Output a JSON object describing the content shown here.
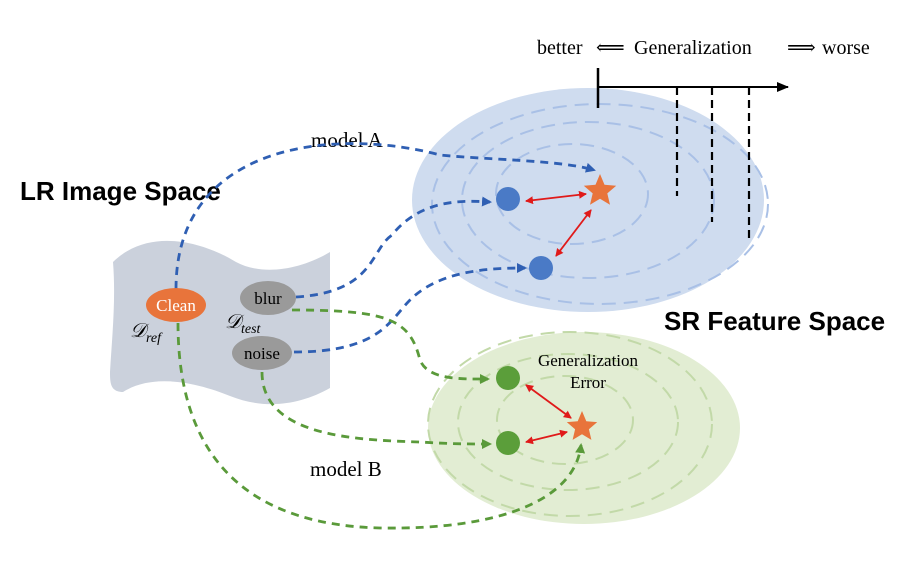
{
  "axis": {
    "label_better": "better",
    "arrow_left": "⟸",
    "label_generalization": "Generalization",
    "arrow_right": "⟹",
    "label_worse": "worse"
  },
  "spaces": {
    "lr_title": "LR Image Space",
    "sr_title": "SR Feature Space"
  },
  "models": {
    "model_a": "model A",
    "model_b": "model B"
  },
  "inputs": {
    "clean": "Clean",
    "blur": "blur",
    "noise": "noise",
    "d_ref": "𝒟",
    "d_ref_sub": "ref",
    "d_test": "𝒟",
    "d_test_sub": "test"
  },
  "annotation": {
    "line1": "Generalization",
    "line2": "Error"
  },
  "colors": {
    "blue_ellipse": "#cfdcef",
    "green_ellipse": "#e2edd3",
    "blue_dot": "#4a7ac6",
    "green_dot": "#5b9e3a",
    "orange": "#e8743b",
    "red_arrow": "#e01a1a",
    "blue_path": "#2f5fb3",
    "green_path": "#5a9a3a",
    "gray_bubble": "#9a9a9a",
    "lr_sheet": "#cbd1dc"
  }
}
